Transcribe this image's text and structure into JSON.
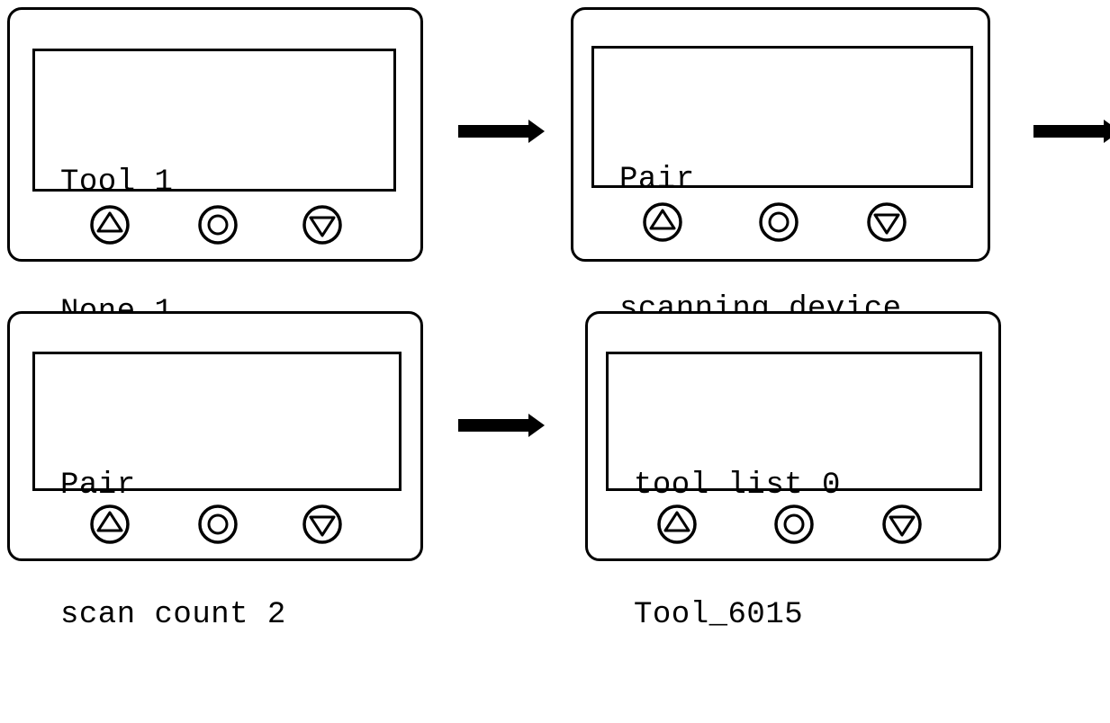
{
  "panels": [
    {
      "id": "panel-1",
      "line1": "Tool 1",
      "line2": "None 1"
    },
    {
      "id": "panel-2",
      "line1": "Pair",
      "line2": "scanning device"
    },
    {
      "id": "panel-3",
      "line1": "Pair",
      "line2": "scan count 2"
    },
    {
      "id": "panel-4",
      "line1": "tool list 0",
      "line2": "Tool_6015"
    }
  ],
  "buttons": {
    "up_icon": "up-triangle-icon",
    "ok_icon": "circle-icon",
    "down_icon": "down-triangle-icon"
  },
  "colors": {
    "stroke": "#000000",
    "background": "#ffffff"
  }
}
